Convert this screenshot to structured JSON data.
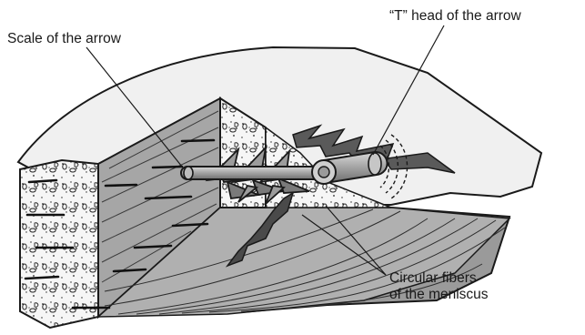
{
  "labels": {
    "scale": "Scale of the arrow",
    "t_head": "“T” head of the arrow",
    "fibers_line1": "Circular fibers",
    "fibers_line2": "of the meniscus"
  }
}
